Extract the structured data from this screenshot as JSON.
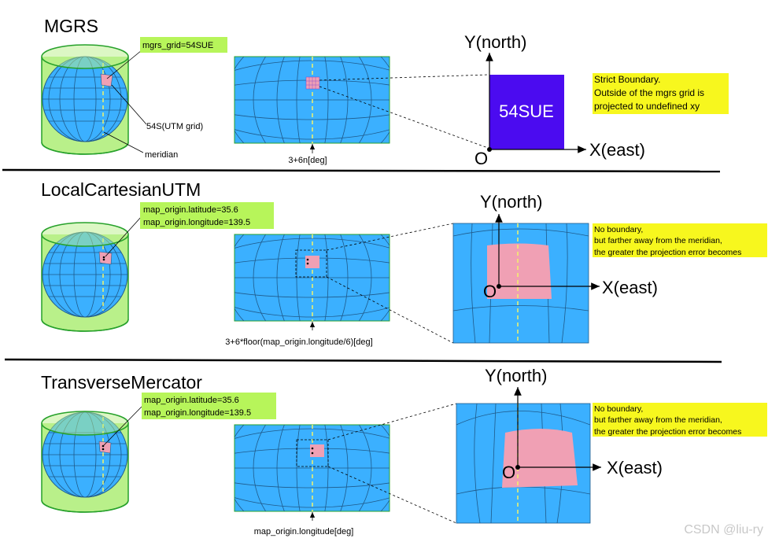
{
  "colors": {
    "ocean": "#3bb0ff",
    "line": "#1f5a8a",
    "meridian": "#f2f26a",
    "cylinder": "#b9f08a",
    "cylinder_stroke": "#27a12b",
    "patch": "#f0a0b4",
    "label_green": "#b7f55a",
    "note_yellow": "#f7f71e",
    "square": "#4b0bf0"
  },
  "mgrs": {
    "title": "MGRS",
    "grid_label": "mgrs_grid=54SUE",
    "utm_label": "54S(UTM grid)",
    "meridian_label": "meridian",
    "map_caption": "3+6n[deg]",
    "axis_y": "Y(north)",
    "axis_x": "X(east)",
    "origin": "O",
    "square_label": "54SUE",
    "note": [
      "Strict Boundary.",
      "Outside of the mgrs grid is",
      "projected to undefined xy"
    ]
  },
  "lcu": {
    "title": "LocalCartesianUTM",
    "lat_label": "map_origin.latitude=35.6",
    "lon_label": "map_origin.longitude=139.5",
    "map_caption": "3+6*floor(map_origin.longitude/6)[deg]",
    "axis_y": "Y(north)",
    "axis_x": "X(east)",
    "origin": "O",
    "note": [
      "No boundary,",
      "but farther away from the meridian,",
      "the greater the projection error becomes"
    ]
  },
  "tm": {
    "title": "TransverseMercator",
    "lat_label": "map_origin.latitude=35.6",
    "lon_label": "map_origin.longitude=139.5",
    "map_caption": "map_origin.longitude[deg]",
    "axis_y": "Y(north)",
    "axis_x": "X(east)",
    "origin": "O",
    "note": [
      "No boundary,",
      "but farther away from the meridian,",
      "the greater the projection error becomes"
    ]
  },
  "watermark": "CSDN @liu-ry"
}
